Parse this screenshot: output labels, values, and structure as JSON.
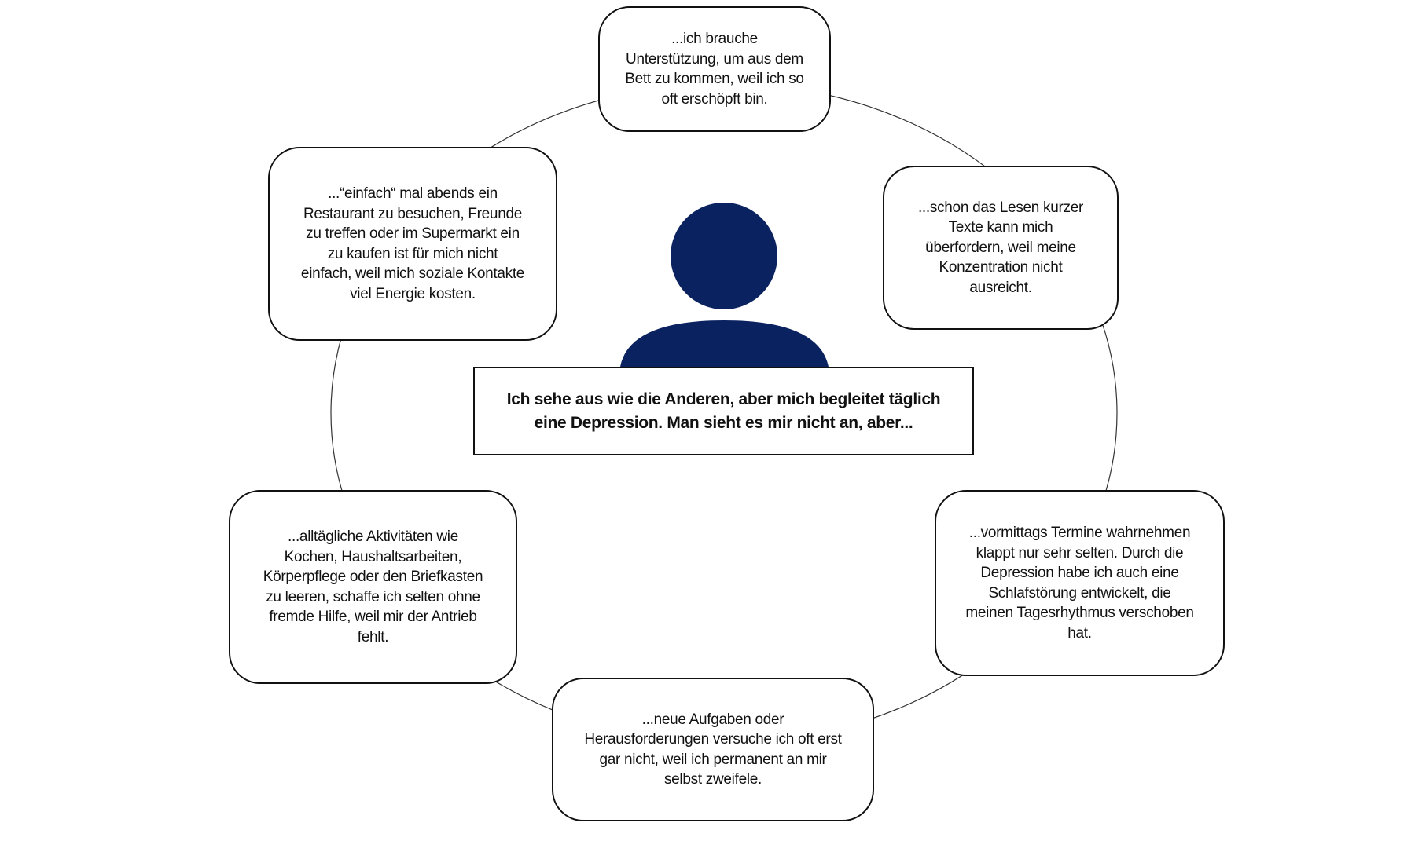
{
  "colors": {
    "figure": "#0b2260",
    "border": "#111111"
  },
  "center": {
    "icon": "person-icon",
    "lines": [
      "Ich sehe aus wie die Anderen, aber mich begleitet täglich",
      "eine Depression. Man sieht es mir nicht an, aber..."
    ]
  },
  "statements": [
    {
      "id": "top",
      "lines": [
        "...ich brauche",
        "Unterstützung, um aus dem",
        "Bett zu kommen, weil ich so",
        "oft erschöpft bin."
      ]
    },
    {
      "id": "right",
      "lines": [
        "...schon das Lesen kurzer",
        "Texte kann mich",
        "überfordern, weil meine",
        "Konzentration nicht",
        "ausreicht."
      ]
    },
    {
      "id": "bottom-right",
      "lines": [
        "...vormittags Termine wahrnehmen",
        "klappt nur sehr selten. Durch die",
        "Depression habe ich auch eine",
        "Schlafstörung entwickelt, die",
        "meinen Tagesrhythmus verschoben",
        "hat."
      ]
    },
    {
      "id": "bottom",
      "lines": [
        "...neue Aufgaben oder",
        "Herausforderungen versuche ich oft erst",
        "gar nicht, weil ich permanent an mir",
        "selbst zweifele."
      ]
    },
    {
      "id": "bottom-left",
      "lines": [
        "...alltägliche Aktivitäten wie",
        "Kochen, Haushaltsarbeiten,",
        "Körperpflege oder den Briefkasten",
        "zu leeren, schaffe ich selten ohne",
        "fremde Hilfe, weil mir der Antrieb",
        "fehlt."
      ]
    },
    {
      "id": "top-left",
      "lines": [
        "...“einfach“ mal abends ein",
        "Restaurant zu besuchen, Freunde",
        "zu treffen oder im Supermarkt ein",
        "zu kaufen ist für mich nicht",
        "einfach, weil mich soziale Kontakte",
        "viel Energie kosten."
      ]
    }
  ]
}
